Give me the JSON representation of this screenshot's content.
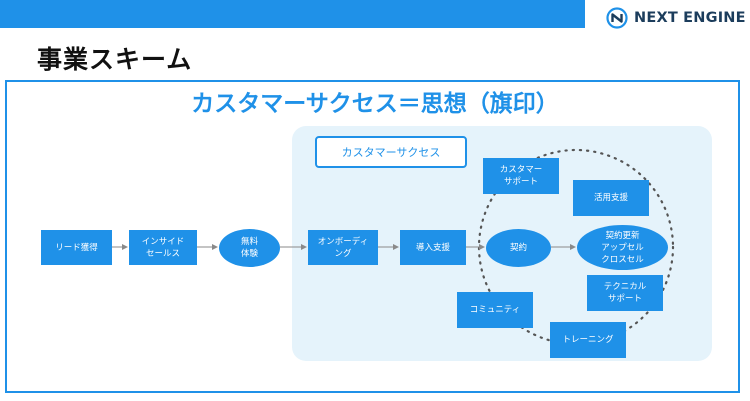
{
  "header": {
    "brand": "NEXT ENGINE"
  },
  "title": "事業スキーム",
  "headline": "カスタマーサクセス＝思想（旗印）",
  "customer_success_label": "カスタマーサクセス",
  "nodes": {
    "lead": "リード獲得",
    "inside_sales": "インサイド\nセールス",
    "free_trial": "無料\n体験",
    "onboarding": "オンボーディ\nング",
    "implementation": "導入支援",
    "contract": "契約",
    "renewal": "契約更新\nアップセル\nクロスセル",
    "support": "カスタマー\nサポート",
    "utilization": "活用支援",
    "technical": "テクニカル\nサポート",
    "community": "コミュニティ",
    "training": "トレーニング"
  },
  "colors": {
    "accent": "#1f91e8",
    "brand_text": "#1c3d5c",
    "panel": "#e5f3fb"
  }
}
